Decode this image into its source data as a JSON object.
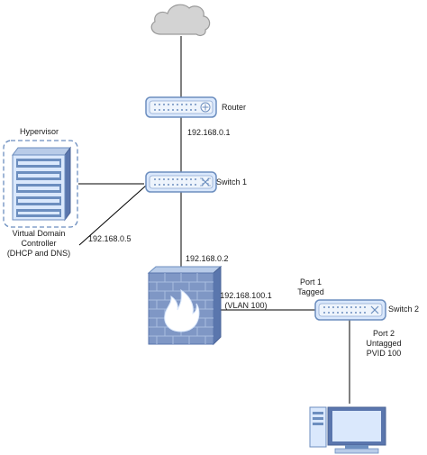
{
  "nodes": {
    "cloud": {
      "icon": "cloud-icon"
    },
    "router": {
      "label": "Router",
      "icon": "router-icon"
    },
    "switch1": {
      "label": "Switch 1",
      "icon": "switch-icon"
    },
    "switch2": {
      "label": "Switch 2",
      "icon": "switch-icon"
    },
    "hypervisor": {
      "label": "Hypervisor",
      "icon": "server-rack-icon"
    },
    "firewall": {
      "icon": "firewall-icon"
    },
    "workstation": {
      "icon": "workstation-icon"
    }
  },
  "labels": {
    "router_ip": "192.168.0.1",
    "vdc_line1": "Virtual Domain",
    "vdc_line2": "Controller",
    "vdc_line3": "(DHCP and DNS)",
    "vdc_ip": "192.168.0.5",
    "firewall_wan_ip": "192.168.0.2",
    "firewall_lan_ip": "192.168.100.1",
    "firewall_lan_vlan": "(VLAN 100)",
    "port1_line1": "Port 1",
    "port1_line2": "Tagged",
    "port2_line1": "Port 2",
    "port2_line2": "Untagged",
    "port2_line3": "PVID 100"
  },
  "colors": {
    "device_fill": "#dae8fc",
    "device_stroke": "#6c8ebf",
    "dark_blue": "#5a76ad",
    "cloud_fill": "#d3d3d3",
    "cloud_stroke": "#9a9a9a",
    "line": "#000000",
    "dashed_border": "#6c8ebf"
  }
}
